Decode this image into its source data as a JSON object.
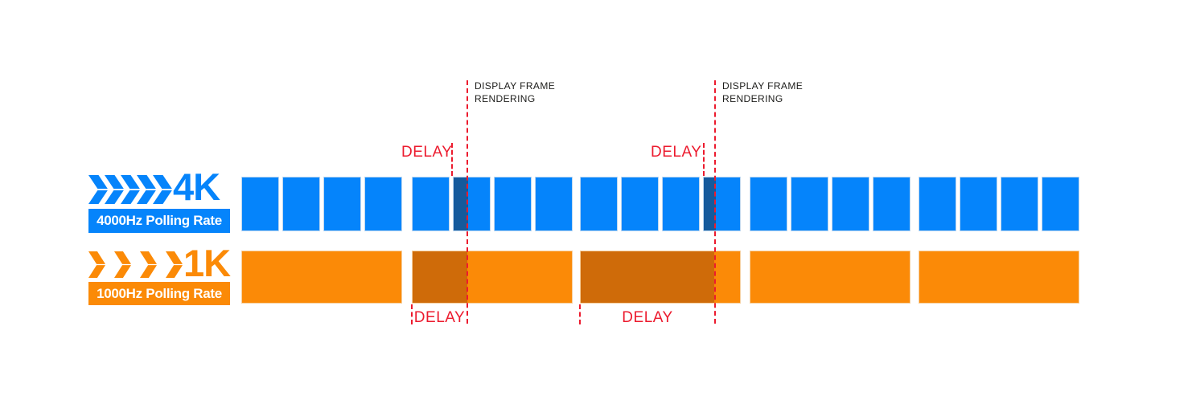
{
  "colors": {
    "blue": "#0584FB",
    "dark_blue": "#155A9C",
    "orange": "#FB8A07",
    "dark_orange": "#CF6B09",
    "red": "#EC1B2E",
    "text_dark": "#1D1D1B",
    "background": "#FFFFFF"
  },
  "fast_row": {
    "name": "4K",
    "sub_label": "4000Hz Polling Rate",
    "chevron_count": 5,
    "polls_per_frame": 4,
    "segments": [
      {
        "dark_square": null,
        "dark_fraction": 0
      },
      {
        "dark_square": 1,
        "dark_fraction": 0.4
      },
      {
        "dark_square": 3,
        "dark_fraction": 0.34
      },
      {
        "dark_square": null,
        "dark_fraction": 0
      },
      {
        "dark_square": null,
        "dark_fraction": 0
      }
    ]
  },
  "slow_row": {
    "name": "1K",
    "sub_label": "1000Hz Polling Rate",
    "chevron_count": 4,
    "segments": [
      {
        "dark_fraction": 0
      },
      {
        "dark_fraction": 0.345
      },
      {
        "dark_fraction": 0.84
      },
      {
        "dark_fraction": 0
      },
      {
        "dark_fraction": 0
      }
    ]
  },
  "markers": {
    "display_frame_rendering": {
      "line1": "DISPLAY FRAME",
      "line2": "RENDERING"
    },
    "delay": "DELAY"
  }
}
